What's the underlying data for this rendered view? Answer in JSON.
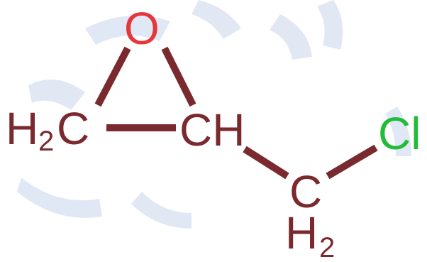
{
  "colors": {
    "bond": "#7a2a2e",
    "carbon_label": "#7a2a2e",
    "oxygen": "#e5363b",
    "chlorine": "#22bb3a",
    "watermark": "#c9d6ec"
  },
  "atoms": {
    "oxygen": "O",
    "ring_carbon_left": "H",
    "ring_carbon_left_sub": "2",
    "ring_carbon_left_c": "C",
    "ring_carbon_right": "CH",
    "chain_carbon": "C",
    "chain_carbon_h": "H",
    "chain_carbon_sub": "2",
    "chlorine": "Cl"
  }
}
